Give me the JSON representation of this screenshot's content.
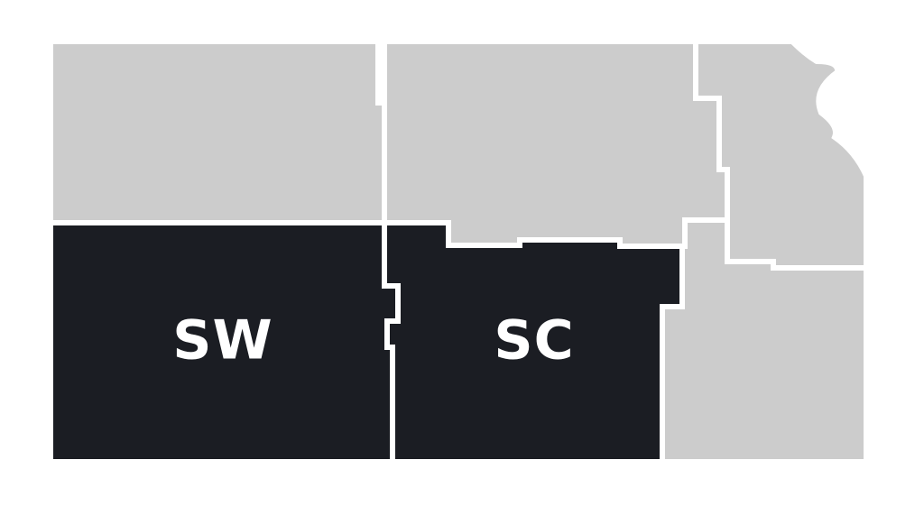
{
  "map": {
    "colors": {
      "highlighted": "#1b1d23",
      "inactive": "#cccccc",
      "border": "#ffffff",
      "label": "#ffffff"
    },
    "regions": [
      {
        "id": "nw",
        "label": "",
        "highlighted": false
      },
      {
        "id": "nc",
        "label": "",
        "highlighted": false
      },
      {
        "id": "ne",
        "label": "",
        "highlighted": false
      },
      {
        "id": "sw",
        "label": "SW",
        "highlighted": true
      },
      {
        "id": "sc",
        "label": "SC",
        "highlighted": true
      },
      {
        "id": "se",
        "label": "",
        "highlighted": false
      }
    ]
  }
}
